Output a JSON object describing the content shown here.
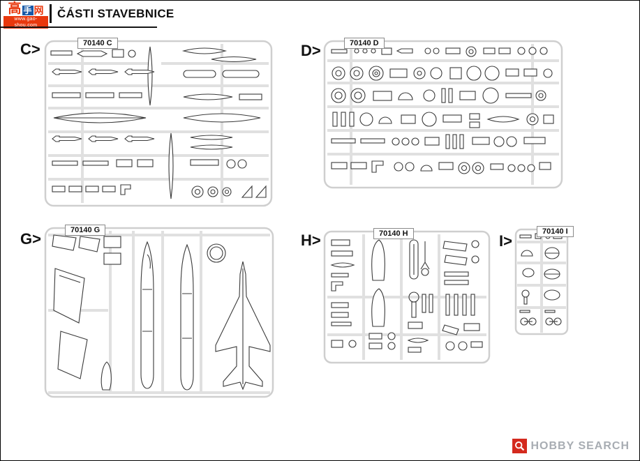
{
  "header": {
    "title": "ČÁSTI STAVEBNICE",
    "watermark": {
      "char_1": "高",
      "char_2": "手",
      "char_3": "网",
      "url": "www.gao-shou.com"
    }
  },
  "sprues": [
    {
      "label": "C>",
      "code": "70140 C"
    },
    {
      "label": "D>",
      "code": "70140 D"
    },
    {
      "label": "G>",
      "code": "70140 G"
    },
    {
      "label": "H>",
      "code": "70140 H"
    },
    {
      "label": "I>",
      "code": "70140 I"
    }
  ],
  "footer": {
    "brand": "HOBBY SEARCH"
  },
  "colors": {
    "accent_red": "#e8380d",
    "accent_blue": "#1658a7",
    "brand_gray": "#a8adb3",
    "runner_gray": "#e0e0e0",
    "part_stroke": "#3a3a3a"
  }
}
